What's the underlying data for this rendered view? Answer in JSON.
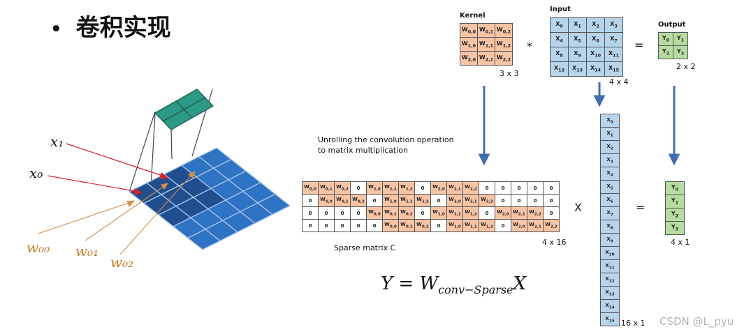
{
  "title": "卷积实现",
  "kernel": {
    "label": "Kernel",
    "cells": [
      [
        "W0,0",
        "W0,1",
        "W0,2"
      ],
      [
        "W1,0",
        "W1,1",
        "W1,2"
      ],
      [
        "W2,0",
        "W2,1",
        "W2,2"
      ]
    ],
    "size": "3 x 3"
  },
  "input": {
    "label": "Input",
    "cells": [
      [
        "X0",
        "X1",
        "X2",
        "X3"
      ],
      [
        "X4",
        "X5",
        "X6",
        "X7"
      ],
      [
        "X8",
        "X9",
        "X10",
        "X11"
      ],
      [
        "X12",
        "X13",
        "X14",
        "X15"
      ]
    ],
    "size": "4 x 4"
  },
  "output": {
    "label": "Output",
    "cells": [
      [
        "Y0",
        "Y1"
      ],
      [
        "Y2",
        "Y3"
      ]
    ],
    "size": "2 x 2"
  },
  "ops": {
    "conv": "*",
    "equals": "=",
    "times": "X",
    "equals2": "="
  },
  "unrolling_text": [
    "Unrolling the convolution operation",
    "to matrix multiplication"
  ],
  "sparse": {
    "label": "Sparse matrix C",
    "size": "4 x 16",
    "rows": [
      [
        "W0,0",
        "W0,1",
        "W0,2",
        "0",
        "W1,0",
        "W1,1",
        "W1,2",
        "0",
        "W2,0",
        "W2,1",
        "W2,2",
        "0",
        "0",
        "0",
        "0",
        "0"
      ],
      [
        "0",
        "W0,0",
        "W0,1",
        "W0,2",
        "0",
        "W1,0",
        "W1,1",
        "W1,2",
        "0",
        "W2,0",
        "W2,1",
        "W2,2",
        "0",
        "0",
        "0",
        "0"
      ],
      [
        "0",
        "0",
        "0",
        "0",
        "W0,0",
        "W0,1",
        "W0,2",
        "0",
        "W1,0",
        "W1,1",
        "W1,2",
        "0",
        "W2,0",
        "W2,1",
        "W2,2",
        "0"
      ],
      [
        "0",
        "0",
        "0",
        "0",
        "0",
        "W0,0",
        "W0,1",
        "W0,2",
        "0",
        "W1,0",
        "W1,1",
        "W1,2",
        "0",
        "W2,0",
        "W2,1",
        "W2,2"
      ]
    ]
  },
  "x_vector": {
    "cells": [
      "X0",
      "X1",
      "X2",
      "X3",
      "X4",
      "X5",
      "X6",
      "X7",
      "X8",
      "X9",
      "X10",
      "X11",
      "X12",
      "X13",
      "X14",
      "X15"
    ],
    "size": "16 x 1"
  },
  "y_vector": {
    "cells": [
      "Y0",
      "Y1",
      "Y2",
      "Y3"
    ],
    "size": "4 x 1"
  },
  "formula": {
    "lhs": "Y = W",
    "sub": "conv−Sparse",
    "rhs": "X"
  },
  "left_diagram_labels": {
    "x1": "x₁",
    "x0": "x₀",
    "w00": "w₀₀",
    "w01": "w₀₁",
    "w02": "w₀₂"
  },
  "watermark": "CSDN @L_pyu",
  "colors": {
    "kernel": "#f8c4a4",
    "input": "#b6d4ec",
    "output": "#b7dc9f",
    "arrow": "#3d6db3",
    "grid_blue": "#2f6fb8",
    "grid_teal": "#2e9c8a"
  }
}
